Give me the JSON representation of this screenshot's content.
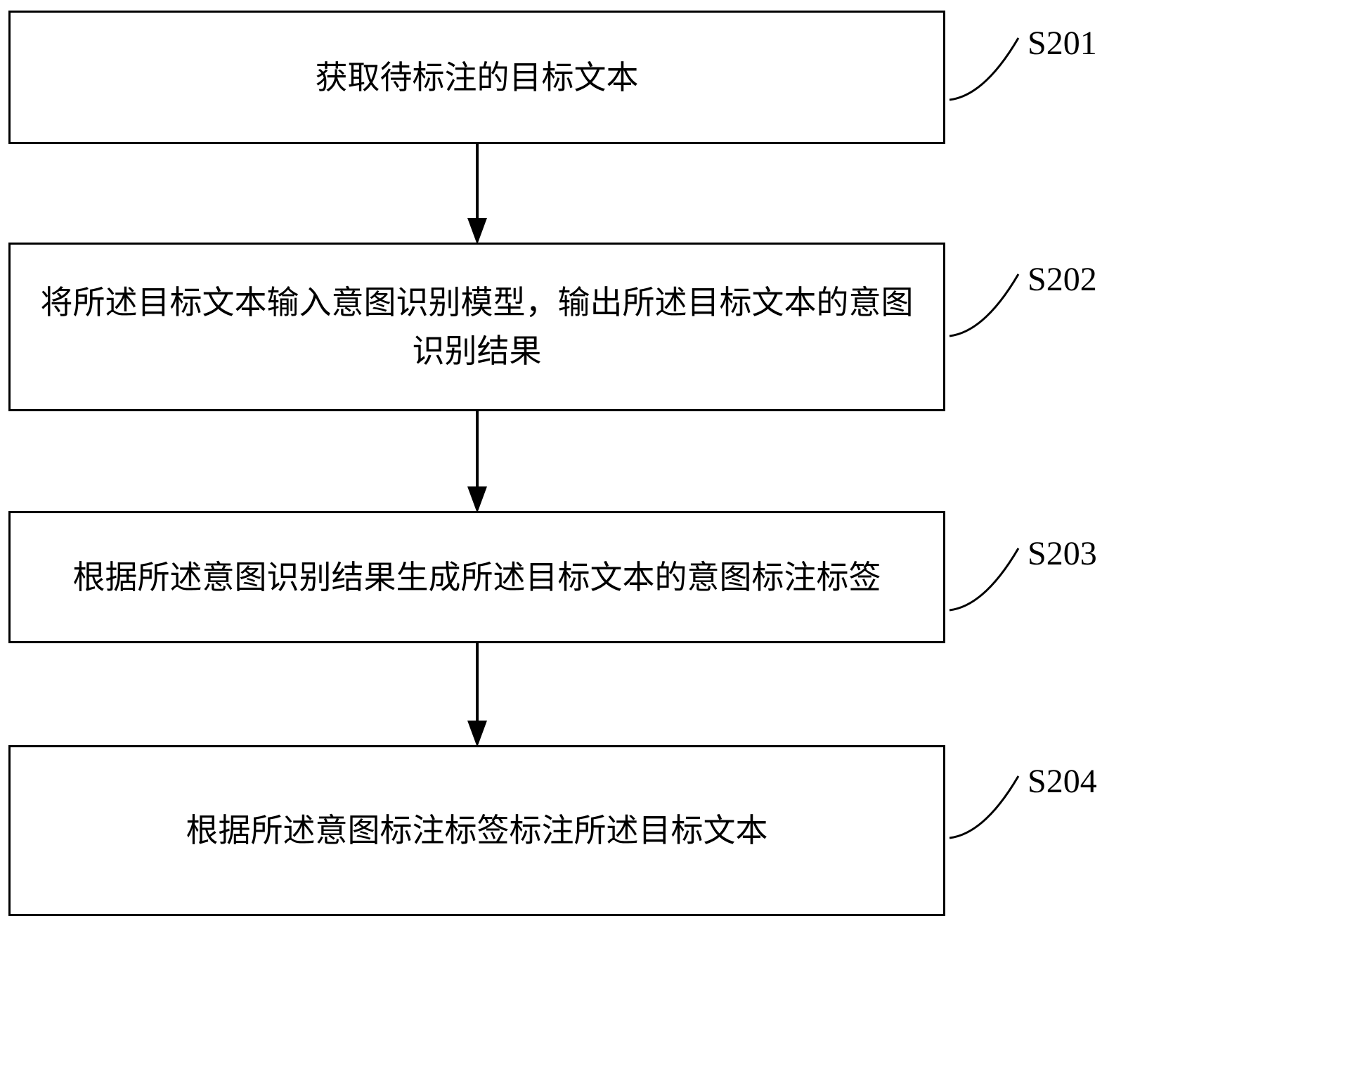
{
  "diagram": {
    "type": "flowchart",
    "direction": "top-down",
    "colors": {
      "stroke": "#000000",
      "background": "#ffffff"
    },
    "steps": [
      {
        "id": "S201",
        "text": "获取待标注的目标文本"
      },
      {
        "id": "S202",
        "text": "将所述目标文本输入意图识别模型，输出所述目标文本的意图识别结果"
      },
      {
        "id": "S203",
        "text": "根据所述意图识别结果生成所述目标文本的意图标注标签"
      },
      {
        "id": "S204",
        "text": "根据所述意图标注标签标注所述目标文本"
      }
    ]
  }
}
